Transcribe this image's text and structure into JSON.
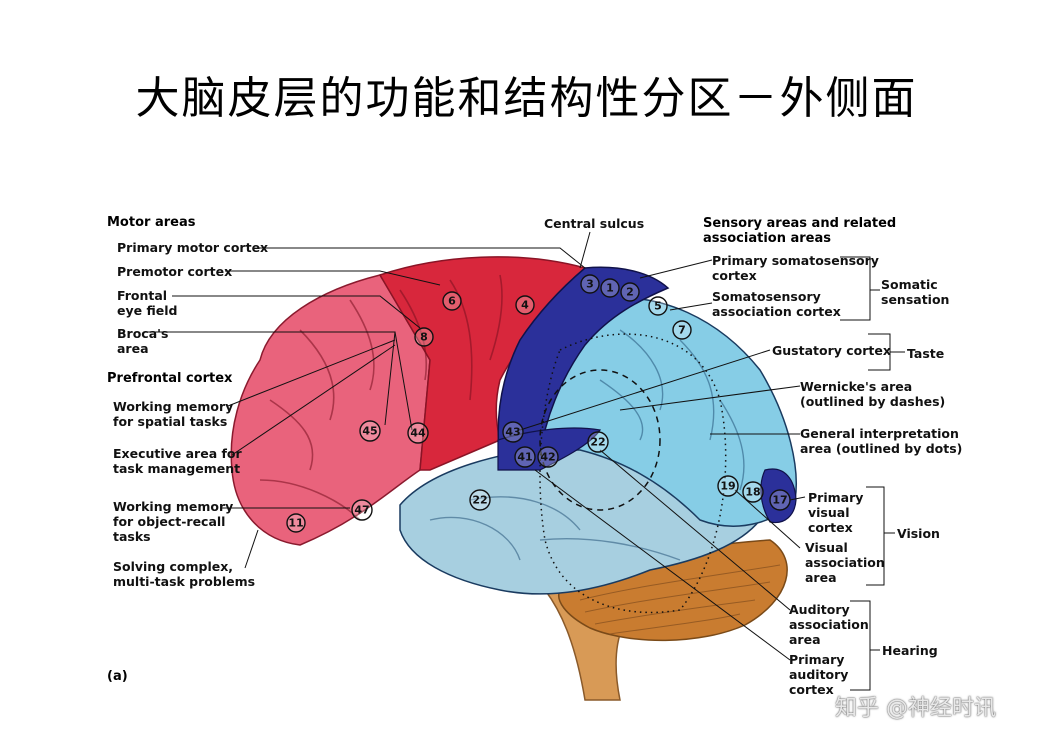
{
  "title": "大脑皮层的功能和结构性分区－外侧面",
  "headers": {
    "motor": "Motor areas",
    "prefrontal": "Prefrontal cortex",
    "sensory": "Sensory areas and related\nassociation areas",
    "central": "Central sulcus",
    "panel": "(a)"
  },
  "left_labels": {
    "primary_motor": "Primary motor cortex",
    "premotor": "Premotor cortex",
    "frontal_eye": "Frontal\neye field",
    "broca": "Broca's\narea",
    "wm_spatial": "Working memory\nfor spatial tasks",
    "executive": "Executive area for\ntask management",
    "wm_object": "Working memory\nfor object-recall\ntasks",
    "solving": "Solving complex,\nmulti-task problems"
  },
  "right_labels": {
    "primary_somato": "Primary somatosensory\ncortex",
    "somato_assoc": "Somatosensory\nassociation cortex",
    "gustatory": "Gustatory cortex",
    "wernicke": "Wernicke's area\n(outlined by dashes)",
    "general_interp": "General interpretation\narea (outlined by dots)",
    "primary_visual": "Primary\nvisual\ncortex",
    "visual_assoc": "Visual\nassociation\narea",
    "auditory_assoc": "Auditory\nassociation\narea",
    "primary_auditory": "Primary\nauditory\ncortex"
  },
  "groups": {
    "somatic": "Somatic\nsensation",
    "taste": "Taste",
    "vision": "Vision",
    "hearing": "Hearing"
  },
  "areas": [
    "3",
    "1",
    "2",
    "5",
    "7",
    "6",
    "4",
    "8",
    "45",
    "44",
    "47",
    "11",
    "43",
    "41",
    "42",
    "22",
    "22",
    "19",
    "18",
    "17"
  ],
  "watermark": "知乎 @神经时讯",
  "colors": {
    "motor_red": "#d8243a",
    "prefrontal_pink": "#e8607a",
    "somatosensory_blue": "#2a2f9a",
    "association_lightblue": "#8fd0e8",
    "temporal_blue": "#a9cfe0",
    "cerebellum": "#c77a2c",
    "brainstem": "#d99a55"
  }
}
